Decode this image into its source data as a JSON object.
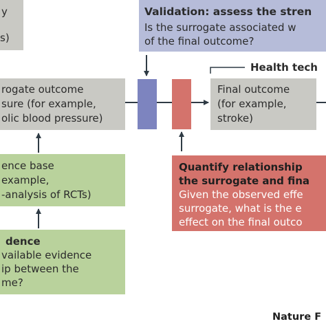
{
  "colors": {
    "grey_box": "#c9c9c4",
    "blue_box": "#b6bcd9",
    "green_box": "#b9d29c",
    "red_box": "#d4736c",
    "blue_bar": "#7d84bf",
    "red_bar": "#d4736c",
    "arrow": "#2f3b45"
  },
  "top_left_box": {
    "line1": "y",
    "line2": "s)"
  },
  "validation_box": {
    "heading": "Validation: assess the stren",
    "line1": "Is the surrogate associated w",
    "line2": "of the final outcome?"
  },
  "health_tech_label": "Health tech",
  "surrogate_box": {
    "line1": "rogate outcome",
    "line2": "sure (for example,",
    "line3": "olic blood pressure)"
  },
  "final_outcome_box": {
    "line1": "Final outcome",
    "line2": "(for example,",
    "line3": "stroke)"
  },
  "evidence_base_box": {
    "line1": "ence base",
    "line2": "example,",
    "line3": "-analysis of RCTs)"
  },
  "quantify_box": {
    "heading1": "Quantify relationship",
    "heading2": "the surrogate and fina",
    "line1": "Given the observed effe",
    "line2": "surrogate, what is the e",
    "line3": "effect on the final outco"
  },
  "evidence_box": {
    "heading": "dence",
    "line1": "vailable evidence",
    "line2": "ip between the",
    "line3": "me?"
  },
  "credit": "Nature F"
}
